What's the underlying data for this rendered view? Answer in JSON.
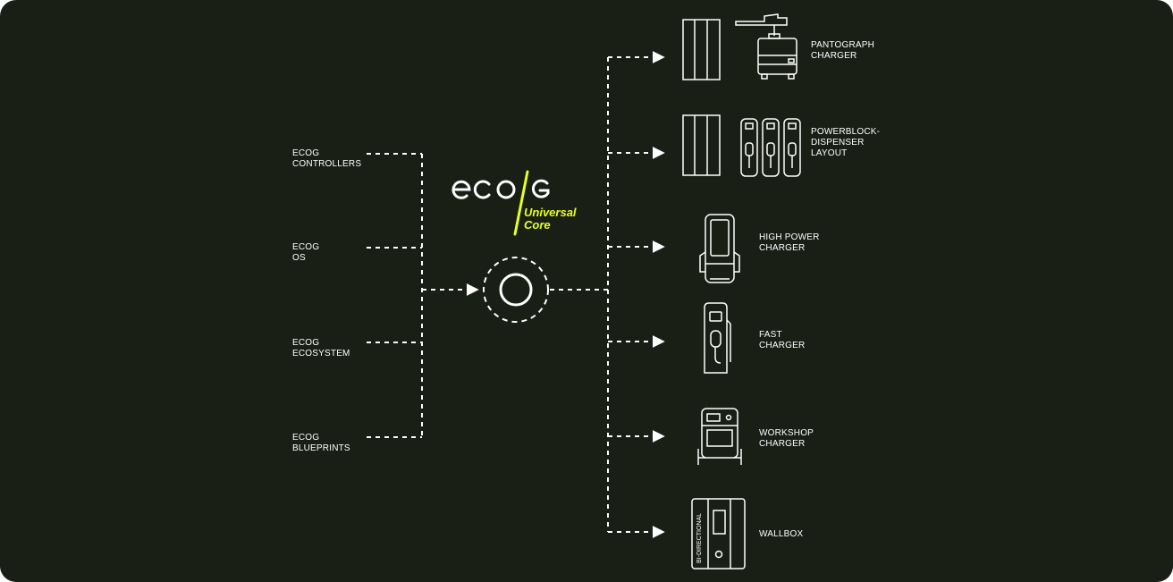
{
  "inputs": [
    {
      "line1": "ECOG",
      "line2": "CONTROLLERS"
    },
    {
      "line1": "ECOG",
      "line2": "OS"
    },
    {
      "line1": "ECOG",
      "line2": "ECOSYSTEM"
    },
    {
      "line1": "ECOG",
      "line2": "BLUEPRINTS"
    }
  ],
  "logo": {
    "wordmark": "eco/G",
    "tagline_line1": "Universal",
    "tagline_line2": "Core",
    "accent_color": "#e6ff1f"
  },
  "outputs": [
    {
      "lines": [
        "PANTOGRAPH",
        "CHARGER"
      ],
      "icon": "pantograph-charger-icon"
    },
    {
      "lines": [
        "POWERBLOCK-",
        "DISPENSER",
        "LAYOUT"
      ],
      "icon": "powerblock-dispenser-icon"
    },
    {
      "lines": [
        "HIGH POWER",
        "CHARGER"
      ],
      "icon": "high-power-charger-icon"
    },
    {
      "lines": [
        "FAST",
        "CHARGER"
      ],
      "icon": "fast-charger-icon"
    },
    {
      "lines": [
        "WORKSHOP",
        "CHARGER"
      ],
      "icon": "workshop-charger-icon"
    },
    {
      "lines": [
        "WALLBOX"
      ],
      "icon": "wallbox-icon"
    }
  ],
  "wallbox_side_text": "BI-DIRECTIONAL",
  "colors": {
    "background": "#1a1f16",
    "line": "#ffffff",
    "accent": "#e6ff1f"
  }
}
